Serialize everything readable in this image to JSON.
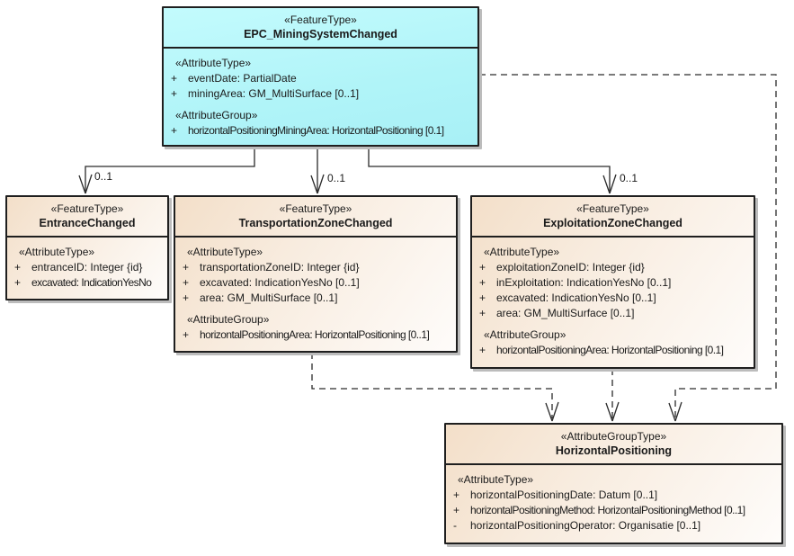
{
  "colors": {
    "class_fill_cyan": "#B0F4F8",
    "class_fill_beige": "#F3DFC9",
    "box_border": "#1F1F1F",
    "connector_line": "#2A2A2A",
    "drop_shadow": "#BCBCBC",
    "background": "#FFFFFF"
  },
  "classes": [
    {
      "stereotype": "«FeatureType»",
      "name": "EPC_MiningSystemChanged",
      "sections": [
        {
          "header": "«AttributeType»",
          "rows": [
            {
              "vis": "+",
              "text": "eventDate: PartialDate"
            },
            {
              "vis": "+",
              "text": "miningArea: GM_MultiSurface [0..1]"
            }
          ]
        },
        {
          "header": "«AttributeGroup»",
          "rows": [
            {
              "vis": "+",
              "text": "horizontalPositioningMiningArea: HorizontalPositioning [0.1]"
            }
          ]
        }
      ]
    },
    {
      "stereotype": "«FeatureType»",
      "name": "EntranceChanged",
      "sections": [
        {
          "header": "«AttributeType»",
          "rows": [
            {
              "vis": "+",
              "text": "entranceID: Integer {id}"
            },
            {
              "vis": "+",
              "text": "excavated: IndicationYesNo"
            }
          ]
        }
      ]
    },
    {
      "stereotype": "«FeatureType»",
      "name": "TransportationZoneChanged",
      "sections": [
        {
          "header": "«AttributeType»",
          "rows": [
            {
              "vis": "+",
              "text": "transportationZoneID: Integer {id}"
            },
            {
              "vis": "+",
              "text": "excavated: IndicationYesNo [0..1]"
            },
            {
              "vis": "+",
              "text": "area: GM_MultiSurface [0..1]"
            }
          ]
        },
        {
          "header": "«AttributeGroup»",
          "rows": [
            {
              "vis": "+",
              "text": "horizontalPositioningArea: HorizontalPositioning [0..1]"
            }
          ]
        }
      ]
    },
    {
      "stereotype": "«FeatureType»",
      "name": "ExploitationZoneChanged",
      "sections": [
        {
          "header": "«AttributeType»",
          "rows": [
            {
              "vis": "+",
              "text": "exploitationZoneID: Integer {id}"
            },
            {
              "vis": "+",
              "text": "inExploitation: IndicationYesNo [0..1]"
            },
            {
              "vis": "+",
              "text": "excavated: IndicationYesNo [0..1]"
            },
            {
              "vis": "+",
              "text": "area: GM_MultiSurface [0..1]"
            }
          ]
        },
        {
          "header": "«AttributeGroup»",
          "rows": [
            {
              "vis": "+",
              "text": "horizontalPositioningArea: HorizontalPositioning [0.1]"
            }
          ]
        }
      ]
    },
    {
      "stereotype": "«AttributeGroupType»",
      "name": "HorizontalPositioning",
      "sections": [
        {
          "header": "«AttributeType»",
          "rows": [
            {
              "vis": "+",
              "text": "horizontalPositioningDate: Datum [0..1]"
            },
            {
              "vis": "+",
              "text": "horizontalPositioningMethod: HorizontalPositioningMethod [0..1]"
            },
            {
              "vis": "-",
              "text": "horizontalPositioningOperator: Organisatie [0..1]"
            }
          ]
        }
      ]
    }
  ],
  "connectors": {
    "multiplicities": [
      {
        "text": "0..1"
      },
      {
        "text": "0..1"
      },
      {
        "text": "0..1"
      }
    ]
  }
}
